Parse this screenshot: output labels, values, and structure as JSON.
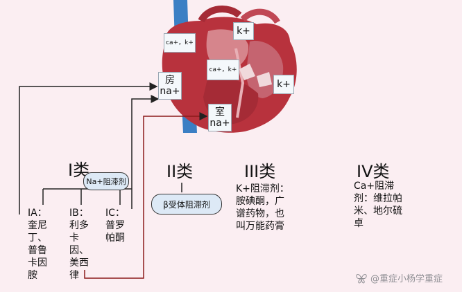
{
  "heart_labels": {
    "ca_k_top": "ca+，k+",
    "k_top": "k+",
    "atrium_na": "房\nna+",
    "ca_k_center": "ca+，k+",
    "k_right": "k+",
    "ventricle_na": "室\nna+"
  },
  "class1": {
    "title": "I类",
    "badge": "Na+阻滞剂",
    "ia_label": "IA：",
    "ia_drugs": "奎尼\n丁、\n普鲁\n卡因\n胺",
    "ib_label": "IB：",
    "ib_drugs": "利多\n卡\n因、\n美西\n律",
    "ic_label": "IC：",
    "ic_drugs": "普罗\n帕酮"
  },
  "class2": {
    "title": "II类",
    "badge": "β受体阻滞剂"
  },
  "class3": {
    "title": "III类",
    "text": "K+阻滞剂：\n胺碘酮，广\n谱药物，也\n叫万能药膏"
  },
  "class4": {
    "title": "IV类",
    "text": "Ca+阻滞\n剂：维拉帕\n米、地尔硫\n卓"
  },
  "watermark": {
    "text": "@重症小杨学重症",
    "icon": "butterfly-icon"
  },
  "colors": {
    "background": "#fbeef2",
    "heart": "#b8323d",
    "vessel": "#3b7fc4",
    "arrow_line": "#8b1a1a"
  }
}
